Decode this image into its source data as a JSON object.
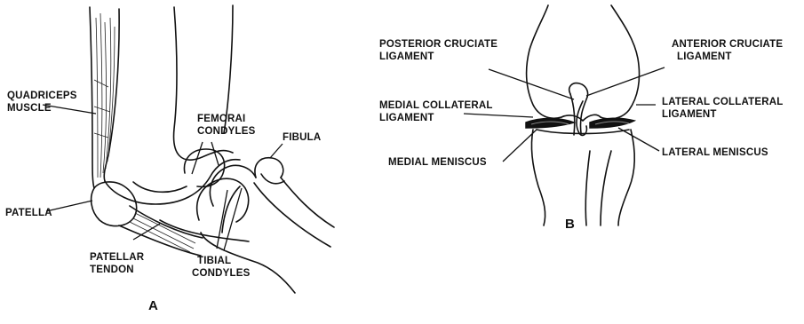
{
  "figure_a": {
    "panel_label": "A",
    "labels": {
      "quadriceps": [
        "QUADRICEPS",
        "MUSCLE"
      ],
      "femoral": [
        "FEMORAI",
        "CONDYLES"
      ],
      "fibula": "FIBULA",
      "patella": "PATELLA",
      "patellar_tendon": [
        "PATELLAR",
        "TENDON"
      ],
      "tibial": [
        "TIBIAL",
        "CONDYLES"
      ]
    }
  },
  "figure_b": {
    "panel_label": "B",
    "labels": {
      "posterior_cruciate": [
        "POSTERIOR CRUCIATE",
        "LIGAMENT"
      ],
      "anterior_cruciate": [
        "ANTERIOR CRUCIATE",
        "LIGAMENT"
      ],
      "medial_collateral": [
        "MEDIAL COLLATERAL",
        "LIGAMENT"
      ],
      "lateral_collateral": [
        "LATERAL COLLATERAL",
        "LIGAMENT"
      ],
      "medial_meniscus": "MEDIAL MENISCUS",
      "lateral_meniscus": "LATERAL MENISCUS"
    }
  }
}
